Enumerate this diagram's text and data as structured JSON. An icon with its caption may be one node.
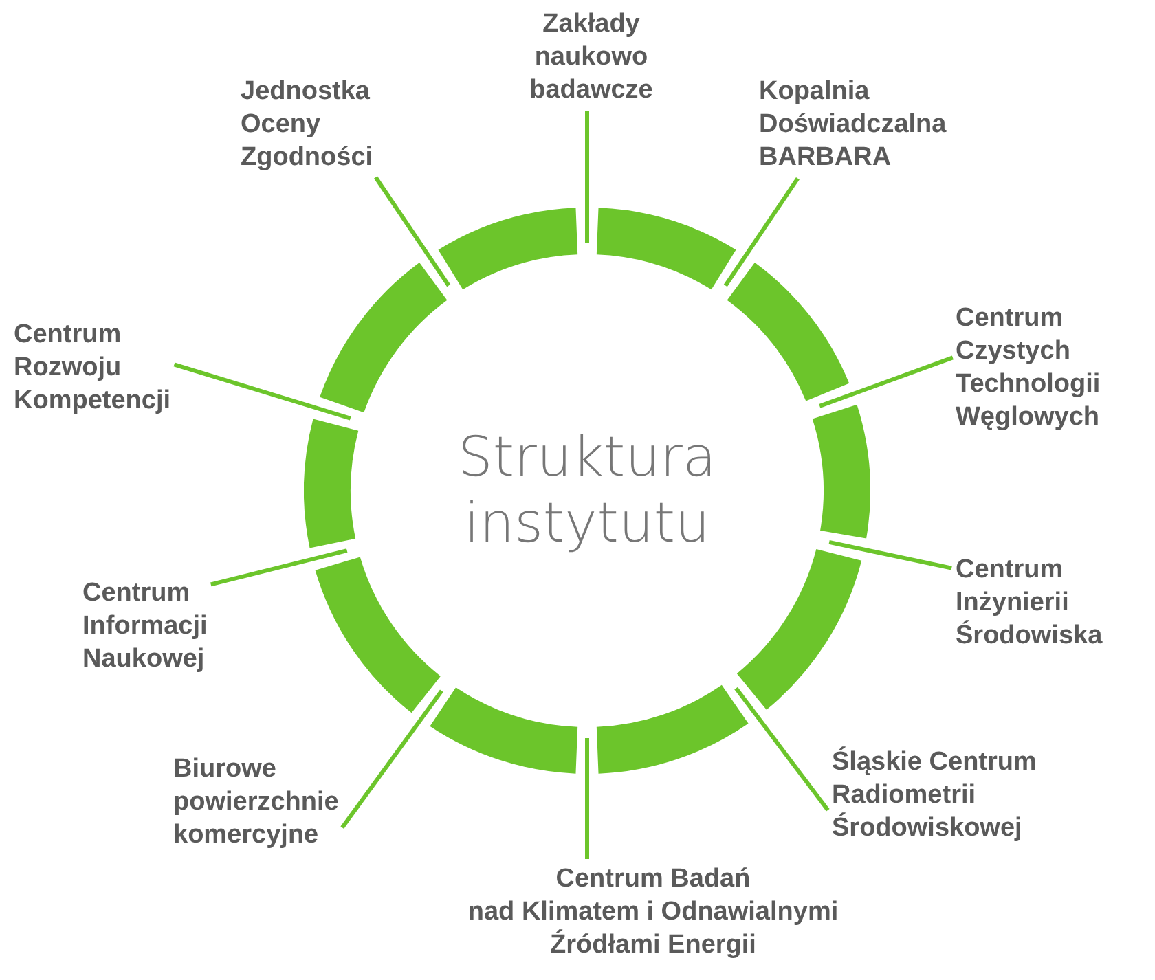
{
  "diagram": {
    "nodes": [
      {
        "text": [
          "Struktura instytutu"
        ]
      },
      {
        "text": [
          "Zakłady naukowo badawcze"
        ]
      },
      {
        "text": [
          "Kopalnia Doświadczalna BARBARA"
        ]
      },
      {
        "text": [
          "Centrum Czystych Technologii Węglowych"
        ]
      },
      {
        "text": [
          "Centrum Inżynierii Środowiska"
        ]
      },
      {
        "text": [
          "Śląskie Centrum Radiometrii Środowiskowej"
        ]
      },
      {
        "text": [
          "Centrum Badań nad Klimatem i Odnawialnymi Źródłami Energii"
        ]
      },
      {
        "text": [
          "Biurowe powierzchnie komercyjne"
        ]
      },
      {
        "text": [
          "Centrum Informacji Naukowej"
        ]
      },
      {
        "text": [
          "Centrum Rozwoju Kompetencji"
        ]
      },
      {
        "text": [
          "Jednostka Oceny Zgodności"
        ]
      }
    ],
    "edges": [
      {
        "from": 1,
        "to": 0,
        "arrow": "none"
      },
      {
        "from": 2,
        "to": 0,
        "arrow": "none"
      },
      {
        "from": 3,
        "to": 0,
        "arrow": "none"
      },
      {
        "from": 4,
        "to": 0,
        "arrow": "none"
      },
      {
        "from": 5,
        "to": 0,
        "arrow": "none"
      },
      {
        "from": 6,
        "to": 0,
        "arrow": "none"
      },
      {
        "from": 7,
        "to": 0,
        "arrow": "none"
      },
      {
        "from": 8,
        "to": 0,
        "arrow": "none"
      },
      {
        "from": 9,
        "to": 0,
        "arrow": "none"
      },
      {
        "from": 10,
        "to": 0,
        "arrow": "none"
      }
    ]
  }
}
